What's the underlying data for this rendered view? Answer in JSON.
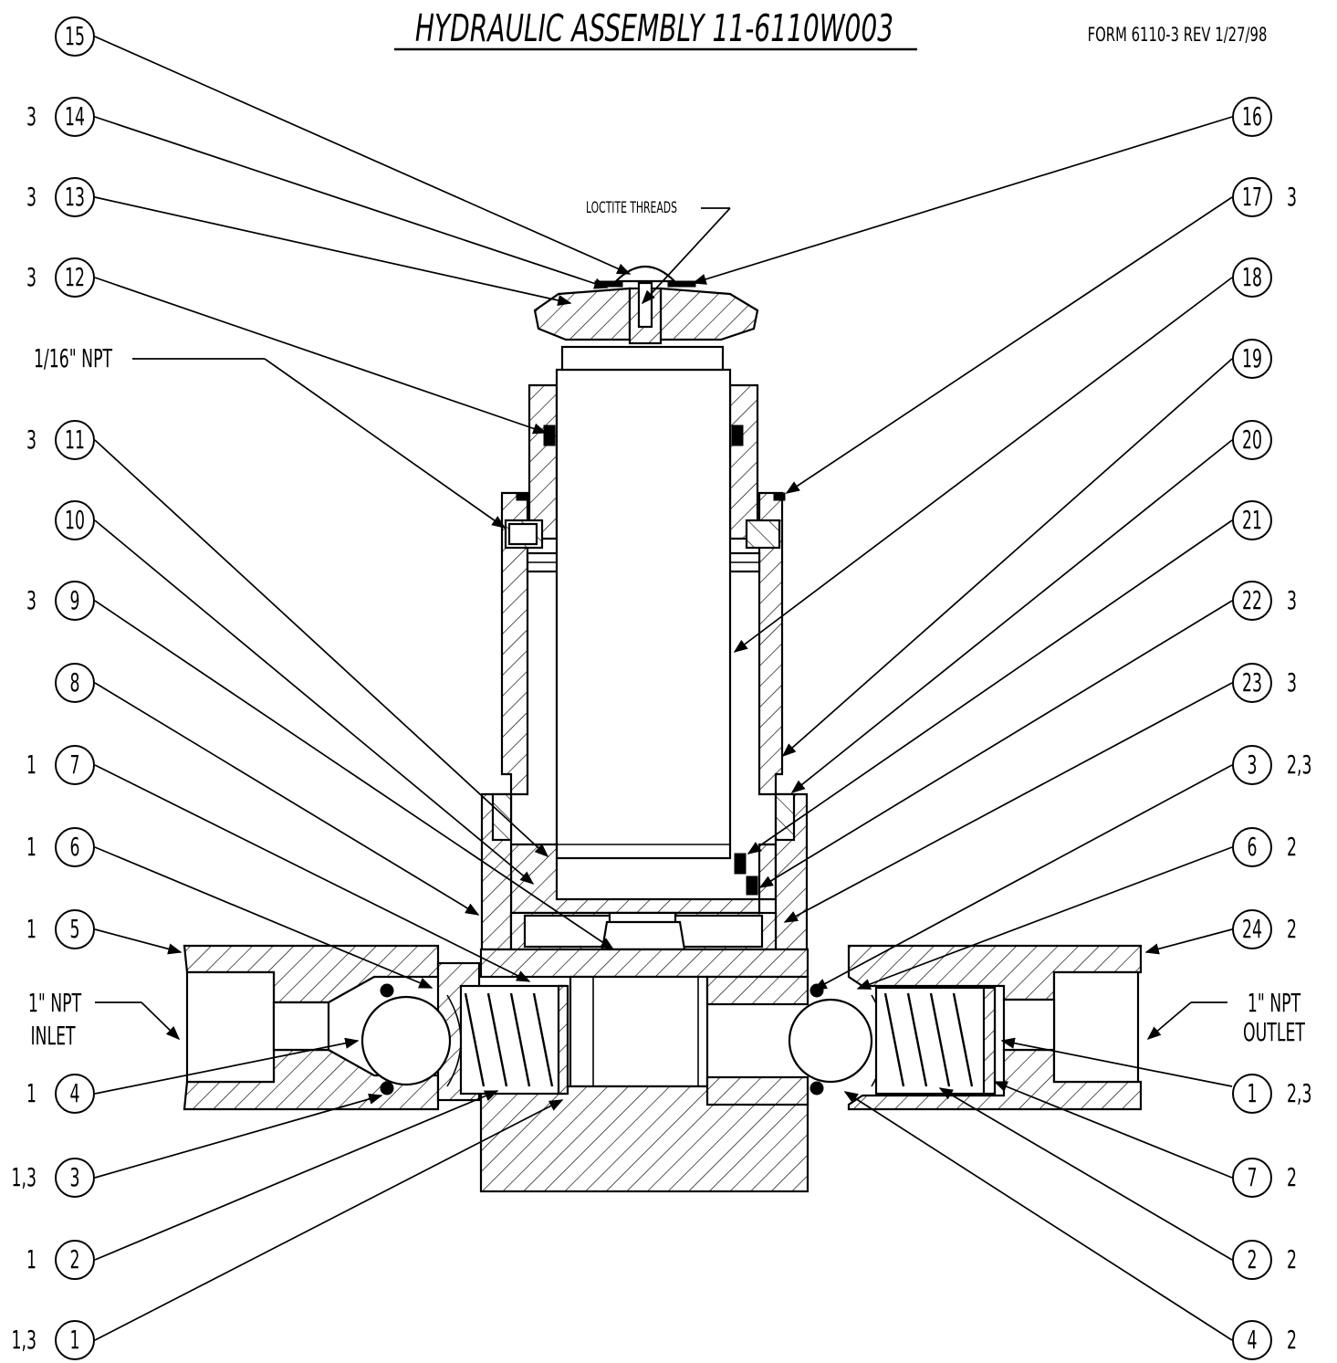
{
  "title": "HYDRAULIC ASSEMBLY 11-6110W003",
  "form_ref": "FORM 6110-3 REV 1/27/98",
  "note_loctite": "LOCTITE THREADS",
  "left_callouts": [
    {
      "num": "15",
      "note": ""
    },
    {
      "num": "14",
      "note": "3"
    },
    {
      "num": "13",
      "note": "3"
    },
    {
      "num": "12",
      "note": "3"
    },
    {
      "num": "11",
      "note": "3"
    },
    {
      "num": "10",
      "note": ""
    },
    {
      "num": "9",
      "note": "3"
    },
    {
      "num": "8",
      "note": ""
    },
    {
      "num": "7",
      "note": "1"
    },
    {
      "num": "6",
      "note": "1"
    },
    {
      "num": "5",
      "note": "1"
    },
    {
      "num": "4",
      "note": "1"
    },
    {
      "num": "3",
      "note": "1,3"
    },
    {
      "num": "2",
      "note": "1"
    },
    {
      "num": "1",
      "note": "1,3"
    }
  ],
  "right_callouts": [
    {
      "num": "16",
      "note": ""
    },
    {
      "num": "17",
      "note": "3"
    },
    {
      "num": "18",
      "note": ""
    },
    {
      "num": "19",
      "note": ""
    },
    {
      "num": "20",
      "note": ""
    },
    {
      "num": "21",
      "note": ""
    },
    {
      "num": "22",
      "note": "3"
    },
    {
      "num": "23",
      "note": "3"
    },
    {
      "num": "3",
      "note": "2,3"
    },
    {
      "num": "6",
      "note": "2"
    },
    {
      "num": "24",
      "note": "2"
    },
    {
      "num": "1",
      "note": "2,3"
    },
    {
      "num": "7",
      "note": "2"
    },
    {
      "num": "2",
      "note": "2"
    },
    {
      "num": "4",
      "note": "2"
    }
  ],
  "port_labels": {
    "npt_vent": "1/16\" NPT",
    "inlet_line1": "1\" NPT",
    "inlet_line2": "INLET",
    "outlet_line1": "1\" NPT",
    "outlet_line2": "OUTLET"
  }
}
